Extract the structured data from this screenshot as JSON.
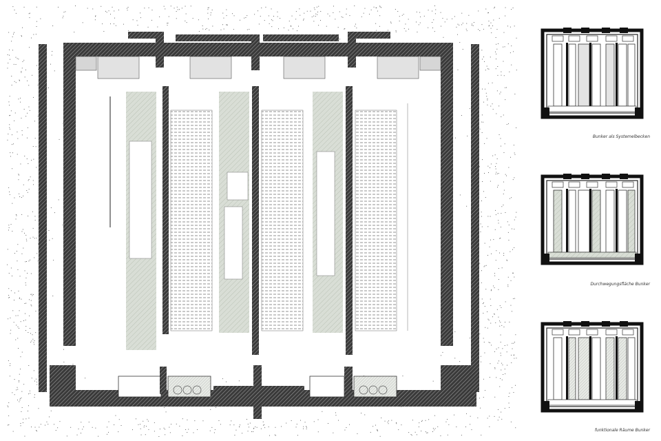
{
  "main_plan": {
    "colors": {
      "wall": "#222222",
      "hatch": "#555555",
      "pavement": "#d9ded6",
      "ground_stipple": "#444444"
    }
  },
  "diagrams": [
    {
      "id": "system",
      "caption": "Bunker als Systemelbecken"
    },
    {
      "id": "circulation",
      "caption": "Durchwegungsfläche Bunker"
    },
    {
      "id": "functional",
      "caption": "funktionale Räume Bunker"
    }
  ]
}
